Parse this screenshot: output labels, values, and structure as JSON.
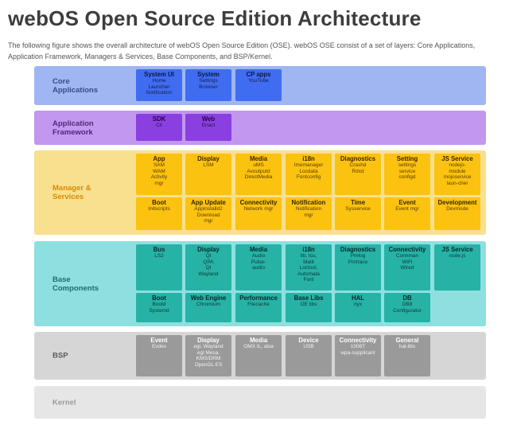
{
  "page": {
    "title": "webOS Open Source Edition Architecture",
    "intro": "The following figure shows the overall architecture of webOS Open Source Edition (OSE). webOS OSE consist of a set of layers: Core Applications, Application Framework, Managers & Services, Base Components, and BSP/Kernel."
  },
  "colors": {
    "core_bg": "#9fb6f2",
    "core_box": "#3f6cf0",
    "framework_bg": "#c197ef",
    "framework_box": "#8a3fe0",
    "managers_bg": "#f9e08e",
    "managers_box": "#fbc30f",
    "managers_label": "#d88a09",
    "base_bg": "#8ee0e0",
    "base_box": "#27b2a6",
    "bsp_bg": "#d6d6d6",
    "bsp_box": "#9a9a9a",
    "kernel_bg": "#e6e6e6"
  },
  "layers": [
    {
      "key": "core",
      "label": "Core Applications",
      "rows": [
        [
          {
            "title": "System UI",
            "lines": [
              "Home",
              "Launcher",
              "Notification"
            ]
          },
          {
            "title": "System",
            "lines": [
              "Settings",
              "Browser"
            ]
          },
          {
            "title": "CP apps",
            "lines": [
              "YouTube"
            ]
          }
        ]
      ]
    },
    {
      "key": "framework",
      "label": "Application Framework",
      "rows": [
        [
          {
            "title": "SDK",
            "lines": [
              "Cli"
            ]
          },
          {
            "title": "Web",
            "lines": [
              "Enact"
            ]
          }
        ]
      ]
    },
    {
      "key": "managers",
      "label": "Manager & Services",
      "rows": [
        [
          {
            "title": "App",
            "lines": [
              "SAM",
              "WAM",
              "Activity",
              "mgr"
            ]
          },
          {
            "title": "Display",
            "lines": [
              "LSM"
            ]
          },
          {
            "title": "Media",
            "lines": [
              "uMS",
              "Avoutputd",
              "DirectMedia"
            ]
          },
          {
            "title": "i18n",
            "lines": [
              "Imemanager",
              "Locdata",
              "Fontconfig"
            ]
          },
          {
            "title": "Diagnostics",
            "lines": [
              "Crashd",
              "Rdxd"
            ]
          },
          {
            "title": "Setting",
            "lines": [
              "settings",
              "service",
              "configd"
            ]
          },
          {
            "title": "JS Service",
            "lines": [
              "nodejs-",
              "module",
              "mojoservice",
              "laun-cher"
            ]
          }
        ],
        [
          {
            "title": "Boot",
            "lines": [
              "Initscripts"
            ]
          },
          {
            "title": "App Update",
            "lines": [
              "Appinstalld2",
              "Download",
              "mgr"
            ]
          },
          {
            "title": "Connectivity",
            "lines": [
              "Network mgr"
            ]
          },
          {
            "title": "Notification",
            "lines": [
              "Notification",
              "mgr"
            ]
          },
          {
            "title": "Time",
            "lines": [
              "Sysservice"
            ]
          },
          {
            "title": "Event",
            "lines": [
              "Event mgr"
            ]
          },
          {
            "title": "Development",
            "lines": [
              "Devmode"
            ]
          }
        ]
      ]
    },
    {
      "key": "base",
      "label": "Base Components",
      "rows": [
        [
          {
            "title": "Bus",
            "lines": [
              "LS2"
            ]
          },
          {
            "title": "Display",
            "lines": [
              "Qt",
              "QPA",
              "Qt",
              "Wayland"
            ]
          },
          {
            "title": "Media",
            "lines": [
              "Audio",
              "Pulse-",
              "audio"
            ]
          },
          {
            "title": "i18n",
            "lines": [
              "lib, Icu,",
              "Malit",
              "Loctool,",
              "Automata",
              "Font"
            ]
          },
          {
            "title": "Diagnostics",
            "lines": [
              "Pmlog",
              "Pmtrace"
            ]
          },
          {
            "title": "Connectivity",
            "lines": [
              "Connman",
              "WiFi",
              "Wired"
            ]
          },
          {
            "title": "JS Service",
            "lines": [
              "node.js"
            ]
          }
        ],
        [
          {
            "title": "Boot",
            "lines": [
              "Bootd",
              "Systemd"
            ]
          },
          {
            "title": "Web Engine",
            "lines": [
              "Chromium"
            ]
          },
          {
            "title": "Performance",
            "lines": [
              "Filecache"
            ]
          },
          {
            "title": "Base Libs",
            "lines": [
              "OE libs"
            ]
          },
          {
            "title": "HAL",
            "lines": [
              "nyx"
            ]
          },
          {
            "title": "DB",
            "lines": [
              "DB8",
              "Configurator"
            ]
          }
        ]
      ]
    },
    {
      "key": "bsp",
      "label": "BSP",
      "rows": [
        [
          {
            "title": "Event",
            "lines": [
              "Evdev"
            ]
          },
          {
            "title": "Display",
            "lines": [
              "egl, Wayland",
              "egl Mesa,",
              "KMS/DRM",
              "OpenGL ES"
            ]
          },
          {
            "title": "Media",
            "lines": [
              "OMX IL, alsa"
            ]
          },
          {
            "title": "Device",
            "lines": [
              "USB"
            ]
          },
          {
            "title": "Connectivity",
            "lines": [
              "1008T",
              "wpa-supplicant"
            ]
          },
          {
            "title": "General",
            "lines": [
              "hal-libs"
            ]
          }
        ]
      ]
    },
    {
      "key": "kernel",
      "label": "Kernel",
      "rows": []
    }
  ]
}
